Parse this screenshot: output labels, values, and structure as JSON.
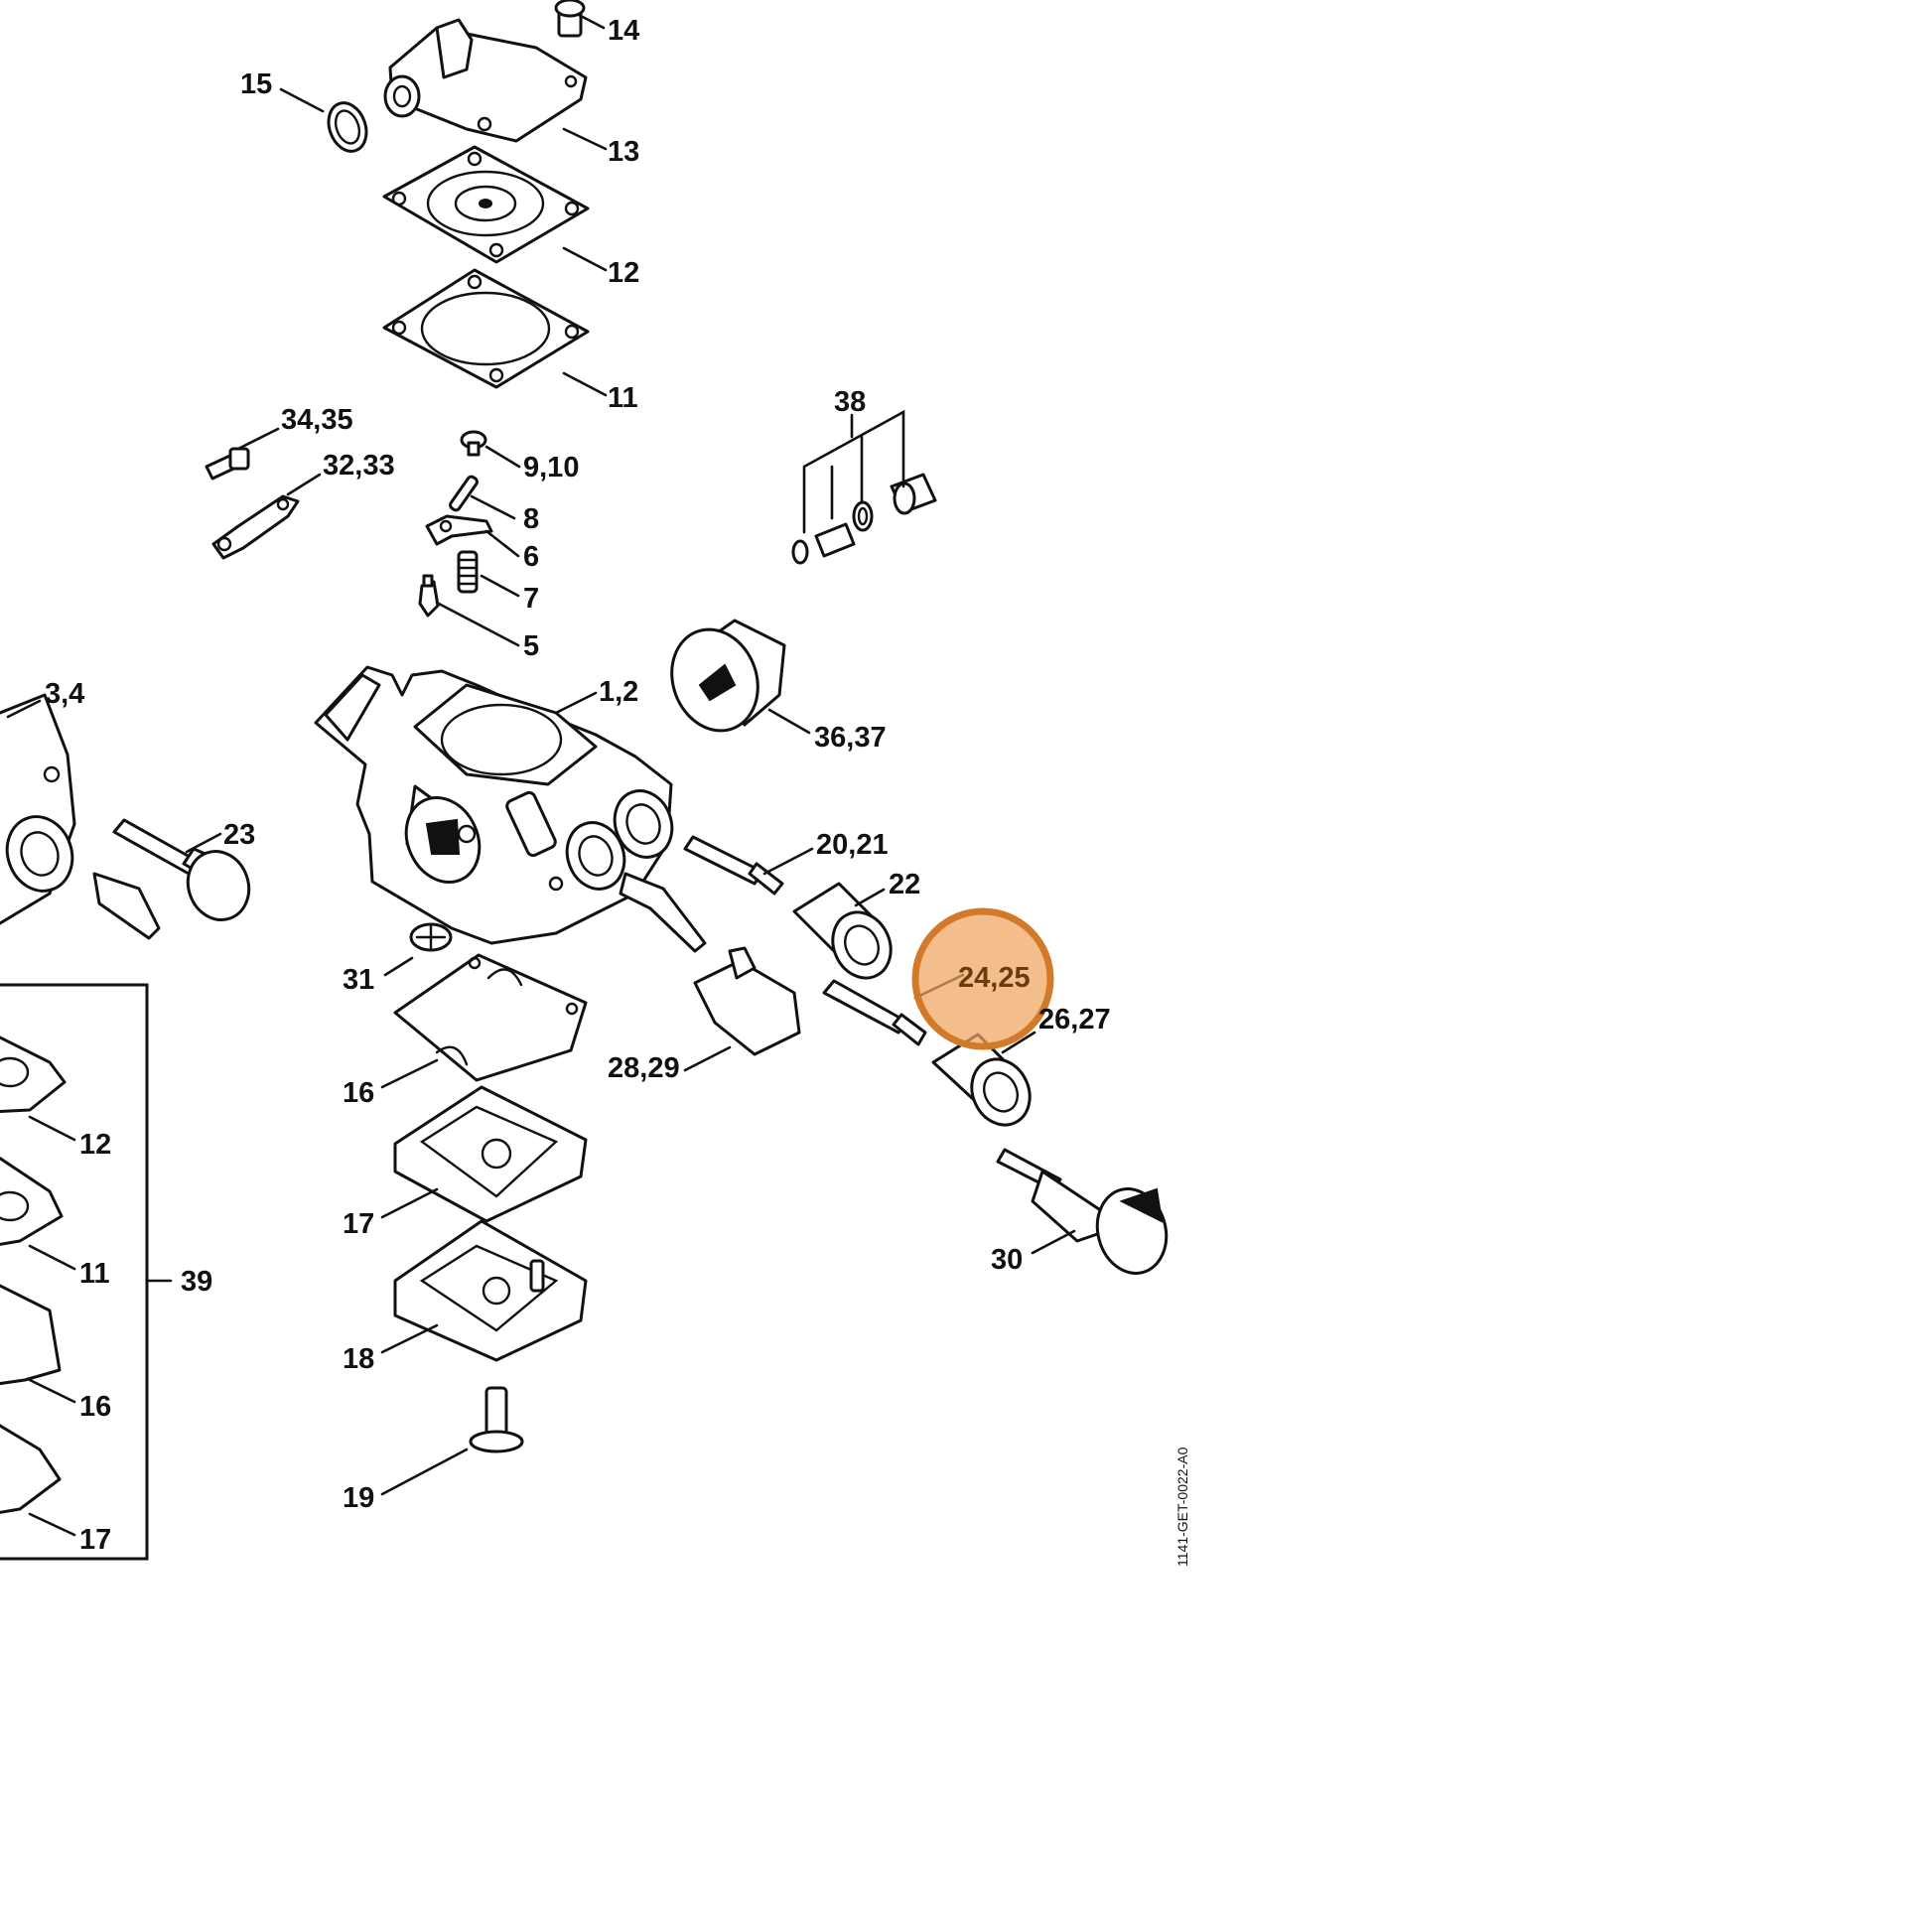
{
  "diagram": {
    "drawing_code": "1141-GET-0022-A0",
    "highlight_color": "#f0a560",
    "highlight_border": "#d27a2a",
    "selected_label": "24,25",
    "labels": [
      "14",
      "15",
      "13",
      "12",
      "11",
      "34,35",
      "32,33",
      "9,10",
      "8",
      "6",
      "7",
      "5",
      "38",
      "3,4",
      "1,2",
      "36,37",
      "23",
      "20,21",
      "22",
      "24,25",
      "26,27",
      "31",
      "28,29",
      "16",
      "17",
      "18",
      "19",
      "30",
      "12",
      "11",
      "39",
      "16",
      "17"
    ]
  }
}
